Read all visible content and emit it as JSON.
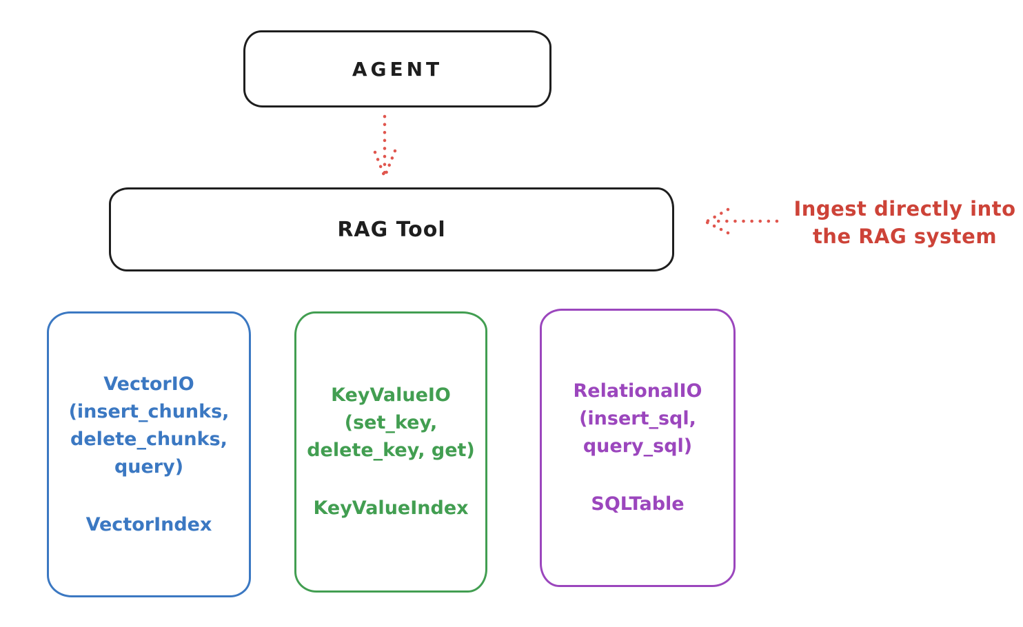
{
  "diagram": {
    "stroke_color": "#1e1e1e",
    "arrow_color": "#e0564e",
    "nodes": {
      "agent": {
        "label": "AGENT"
      },
      "rag_tool": {
        "label": "RAG Tool"
      }
    },
    "annotation": {
      "line1": "Ingest directly into",
      "line2": "the RAG system",
      "color": "#cd4338"
    },
    "io_boxes": [
      {
        "name": "vector-io",
        "color": "#3b78c2",
        "lines": [
          "VectorIO",
          "(insert_chunks,",
          "delete_chunks,",
          "query)"
        ],
        "index_label": "VectorIndex"
      },
      {
        "name": "keyvalue-io",
        "color": "#429e51",
        "lines": [
          "KeyValueIO",
          "(set_key,",
          "delete_key, get)"
        ],
        "index_label": "KeyValueIndex"
      },
      {
        "name": "relational-io",
        "color": "#9b46bd",
        "lines": [
          "RelationalIO",
          "(insert_sql,",
          "query_sql)"
        ],
        "index_label": "SQLTable"
      }
    ]
  }
}
